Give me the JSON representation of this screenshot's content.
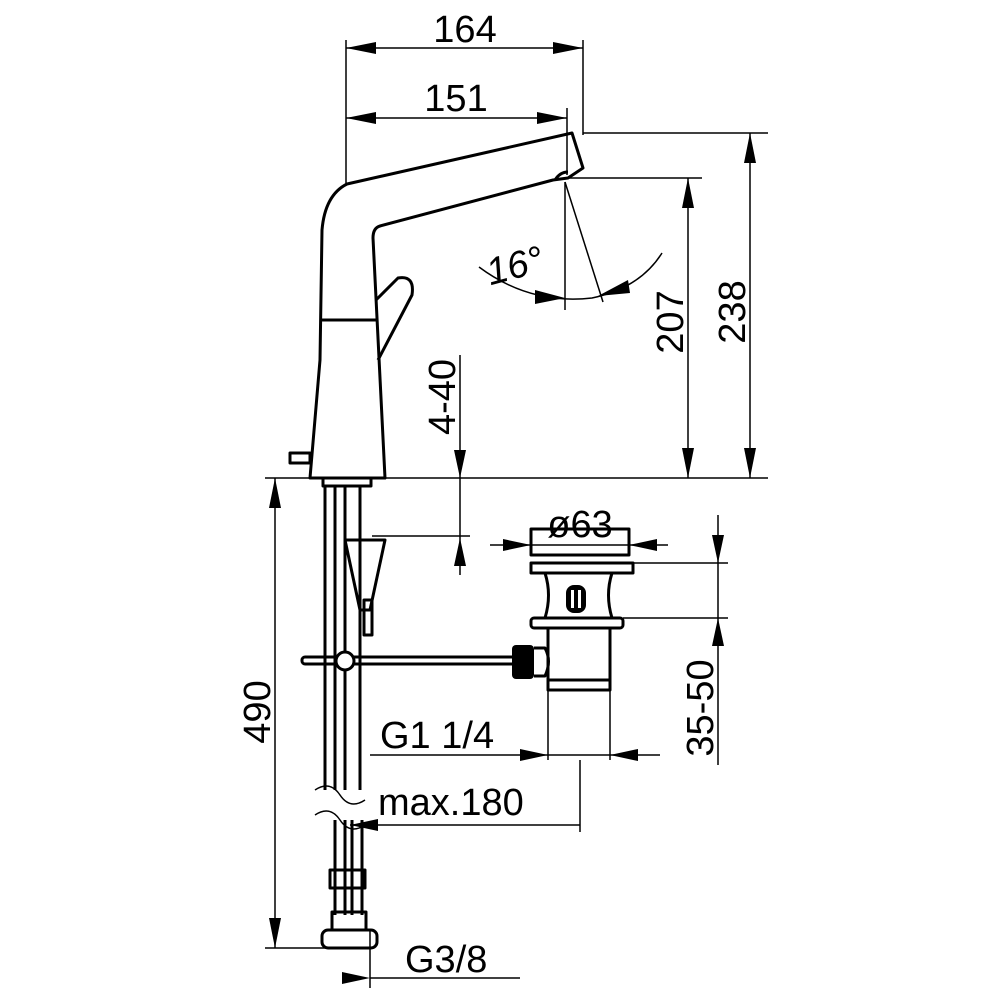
{
  "drawing": {
    "dimensions": {
      "overall_reach": "164",
      "spout_reach": "151",
      "spout_height": "207",
      "overall_height": "238",
      "spray_angle": "16°",
      "mounting_thickness": "4-40",
      "waste_diameter": "ø63",
      "waste_depth": "35-50",
      "waste_thread": "G1 1/4",
      "max_distance": "max.180",
      "hose_length": "490",
      "hose_connection": "G3/8"
    },
    "colors": {
      "line": "#000000",
      "background": "#ffffff"
    }
  }
}
